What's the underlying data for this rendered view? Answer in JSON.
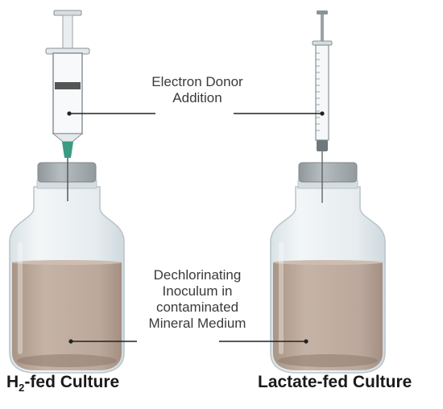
{
  "labels": {
    "electron_donor": [
      "Electron Donor",
      "Addition"
    ],
    "inoculum": [
      "Dechlorinating",
      "Inoculum in",
      "contaminated",
      "Mineral Medium"
    ]
  },
  "captions": {
    "left": {
      "prefix": "H",
      "subscript": "2",
      "suffix": "-fed Culture"
    },
    "right": "Lactate-fed Culture"
  },
  "colors": {
    "liquid": "#bba89c",
    "liquid_dark": "#a48f82",
    "glass": "#e8eef1",
    "glass_edge": "#b9c4ca",
    "cap": "#a6adb1",
    "needle_green": "#3a9a82",
    "plunger": "#555555",
    "callout_line": "#222222",
    "text": "#3a3a3a"
  },
  "icons": [
    "syringe-large-icon",
    "syringe-thin-icon",
    "serum-bottle-icon"
  ]
}
